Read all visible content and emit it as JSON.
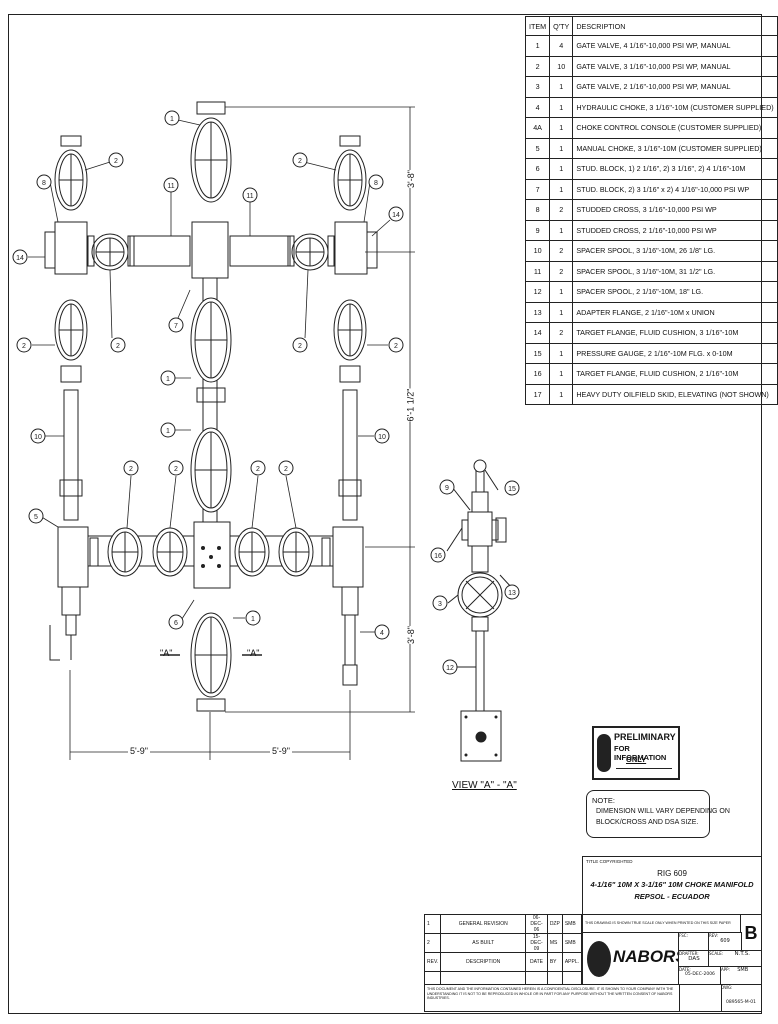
{
  "bom": {
    "headers": [
      "ITEM",
      "Q'TY",
      "DESCRIPTION"
    ],
    "rows": [
      {
        "item": "1",
        "qty": "4",
        "desc": "GATE VALVE, 4 1/16\"-10,000 PSI WP, MANUAL"
      },
      {
        "item": "2",
        "qty": "10",
        "desc": "GATE VALVE, 3 1/16\"-10,000 PSI WP, MANUAL"
      },
      {
        "item": "3",
        "qty": "1",
        "desc": "GATE VALVE, 2 1/16\"-10,000 PSI WP, MANUAL"
      },
      {
        "item": "4",
        "qty": "1",
        "desc": "HYDRAULIC CHOKE, 3 1/16\"-10M (CUSTOMER SUPPLIED)"
      },
      {
        "item": "4A",
        "qty": "1",
        "desc": "CHOKE CONTROL CONSOLE (CUSTOMER SUPPLIED)"
      },
      {
        "item": "5",
        "qty": "1",
        "desc": "MANUAL CHOKE, 3 1/16\"-10M (CUSTOMER SUPPLIED)"
      },
      {
        "item": "6",
        "qty": "1",
        "desc": "STUD. BLOCK, 1) 2 1/16\", 2) 3 1/16\", 2) 4 1/16\"-10M"
      },
      {
        "item": "7",
        "qty": "1",
        "desc": "STUD. BLOCK, 2) 3 1/16\" x 2) 4 1/16\"-10,000 PSI WP"
      },
      {
        "item": "8",
        "qty": "2",
        "desc": "STUDDED CROSS, 3 1/16\"-10,000 PSI WP"
      },
      {
        "item": "9",
        "qty": "1",
        "desc": "STUDDED CROSS, 2 1/16\"-10,000 PSI WP"
      },
      {
        "item": "10",
        "qty": "2",
        "desc": "SPACER SPOOL, 3 1/16\"-10M, 26 1/8\" LG."
      },
      {
        "item": "11",
        "qty": "2",
        "desc": "SPACER SPOOL, 3 1/16\"-10M, 31 1/2\" LG."
      },
      {
        "item": "12",
        "qty": "1",
        "desc": "SPACER SPOOL, 2 1/16\"-10M, 18\" LG."
      },
      {
        "item": "13",
        "qty": "1",
        "desc": "ADAPTER FLANGE, 2 1/16\"-10M x UNION"
      },
      {
        "item": "14",
        "qty": "2",
        "desc": "TARGET FLANGE, FLUID CUSHION, 3 1/16\"-10M"
      },
      {
        "item": "15",
        "qty": "1",
        "desc": "PRESSURE GAUGE, 2 1/16\"-10M FLG. x 0-10M"
      },
      {
        "item": "16",
        "qty": "1",
        "desc": "TARGET FLANGE, FLUID CUSHION, 2 1/16\"-10M"
      },
      {
        "item": "17",
        "qty": "1",
        "desc": "HEAVY DUTY OILFIELD SKID, ELEVATING (NOT SHOWN)"
      }
    ]
  },
  "dims": {
    "top_right": "3'-8\"",
    "mid_right": "6'-1 1/2\"",
    "low_right": "3'-8\"",
    "bottom_left": "5'-9\"",
    "bottom_right": "5'-9\"",
    "section_a_left": "\"A\"",
    "section_a_right": "\"A\""
  },
  "view_label": "VIEW \"A\" - \"A\"",
  "stamp": {
    "line1": "PRELIMINARY",
    "line2": "FOR INFORMATION",
    "line3": "ONLY"
  },
  "note": {
    "title": "NOTE:",
    "text1": "DIMENSION WILL VARY DEPENDING ON",
    "text2": "BLOCK/CROSS AND DSA SIZE."
  },
  "title_block": {
    "copyright": "TITLE COPYRIGHTED",
    "title1": "RIG 609",
    "title2": "4-1/16\" 10M X 3-1/16\" 10M CHOKE MANIFOLD",
    "title3": "REPSOL - ECUADOR",
    "scale_note": "THIS DRAWING IS SHOWN TRUE SCALE ONLY WHEN PRINTED ON THIS SIZE PAPER",
    "size": "B",
    "company": "NABORS",
    "revisions": [
      {
        "rev": "1",
        "desc": "GENERAL REVISION",
        "date": "06-DEC-06",
        "by": "DZP",
        "app": "SMB"
      },
      {
        "rev": "2",
        "desc": "AS BUILT",
        "date": "15-DEC-09",
        "by": "MS",
        "app": "SMB"
      }
    ],
    "rev_headers": {
      "rev": "REV.",
      "desc": "DESCRIPTION",
      "date": "DATE",
      "by": "BY",
      "app": "APPL."
    },
    "drafter_label": "DRAFTER:",
    "drafter": "DAS",
    "date_label": "DATE:",
    "date": "05-DEC-2006",
    "scale_label": "SCALE:",
    "scale": "N.T.S.",
    "app_label": "APP:",
    "app": "SMB",
    "dwg_label": "DWG:",
    "dwg": "089565-M-01",
    "fsc_label": "FSC:",
    "rev_label": "REV:",
    "rev_value": "609",
    "confidential": "THIS DOCUMENT AND THE INFORMATION CONTAINED HEREIN IS A CONFIDENTIAL DISCLOSURE. IT IS SHOWN TO YOUR COMPANY WITH THE UNDERSTANDING IT IS NOT TO BE REPRODUCED IN WHOLE OR IN PART FOR ANY PURPOSE WITHOUT THE WRITTEN CONSENT OF NABORS INDUSTRIES."
  },
  "balloons": [
    "1",
    "2",
    "8",
    "11",
    "14",
    "7",
    "10",
    "5",
    "6",
    "4",
    "9",
    "15",
    "16",
    "3",
    "13",
    "12"
  ]
}
